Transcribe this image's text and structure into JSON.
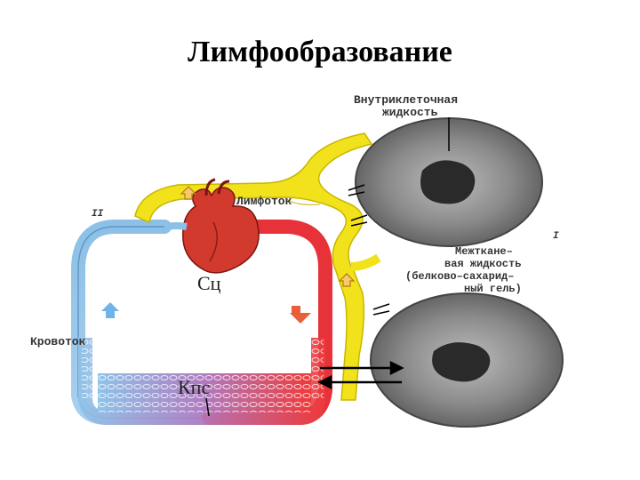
{
  "slide": {
    "title": "Лимфообразование"
  },
  "labels": {
    "intracellular_line1": "Внутриклеточная",
    "intracellular_line2": "жидкость",
    "lymph_flow": "Лимфоток",
    "roman_two": "II",
    "roman_one": "I",
    "interstitial_line1": "Межткане–",
    "interstitial_line2": "вая жидкость",
    "interstitial_line3": "(белково–сахарид–",
    "interstitial_line4": "ный гель)",
    "blood_flow": "Кровоток",
    "heart_abbr": "Сц",
    "capillary_abbr": "Кпс"
  },
  "colors": {
    "lymph_vessel": "#f2e21c",
    "venous_blue": "#7fb6e0",
    "arterial_red": "#e8323a",
    "heart": "#d23a2e",
    "cell_body": "#7e7e7e",
    "nucleus": "#2a2a2a"
  }
}
